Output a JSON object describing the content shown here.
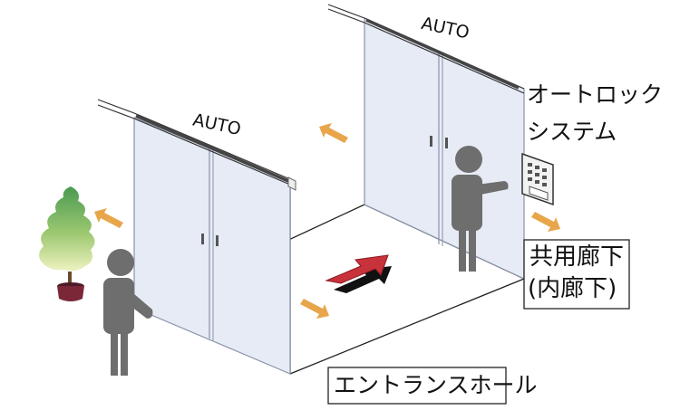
{
  "doors": {
    "front_sign": "AUTO",
    "back_sign": "AUTO"
  },
  "labels": {
    "autolock_line1": "オートロック",
    "autolock_line2": "システム",
    "corridor_line1": "共用廊下",
    "corridor_line2": "(内廊下)",
    "entrance_hall": "エントランスホール"
  },
  "icons": {
    "plant": "potted-tree-icon",
    "person_left": "person-icon",
    "person_right": "person-icon",
    "keypad": "keypad-icon",
    "big_arrow": "direction-arrow-icon"
  },
  "colors": {
    "glass": "#e6ebf6",
    "glass_edge": "#8a93a8",
    "person": "#6e6e6e",
    "arrow_small": "#e8a54a",
    "arrow_big": "#c8323a",
    "tree_top": "#4a9a52",
    "tree_bottom": "#e4ecb0",
    "pot": "#7a2838"
  }
}
